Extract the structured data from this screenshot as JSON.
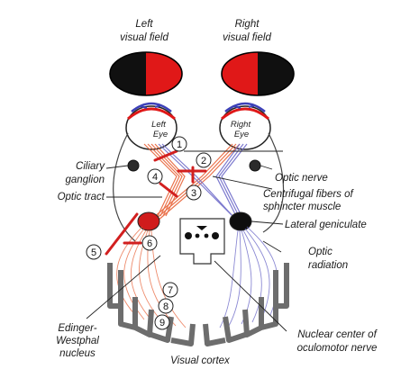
{
  "visual_fields": {
    "left": [
      "Left",
      "visual field"
    ],
    "right": [
      "Right",
      "visual field"
    ]
  },
  "eyes": {
    "left": [
      "Left",
      "Eye"
    ],
    "right": [
      "Right",
      "Eye"
    ]
  },
  "labels": {
    "ciliary_ganglion": [
      "Ciliary",
      "ganglion"
    ],
    "optic_nerve": "Optic nerve",
    "centrifugal_fibers": [
      "Centrifugal fibers of",
      "sphincter muscle"
    ],
    "optic_tract": "Optic tract",
    "lateral_geniculate": "Lateral geniculate",
    "optic_radiation": [
      "Optic",
      "radiation"
    ],
    "edinger_westphal": [
      "Edinger-",
      "Westphal",
      "nucleus"
    ],
    "visual_cortex": "Visual cortex",
    "oculomotor_center": [
      "Nuclear center of",
      "oculomotor nerve"
    ]
  },
  "lesion_numbers": [
    "1",
    "2",
    "3",
    "4",
    "5",
    "6",
    "7",
    "8",
    "9"
  ],
  "colors": {
    "left_pathway": "#e8643a",
    "right_pathway": "#6f6cc9",
    "lesion": "#d21f1f",
    "field_red": "#e01818",
    "cortex_gray": "#6d6d6d"
  }
}
